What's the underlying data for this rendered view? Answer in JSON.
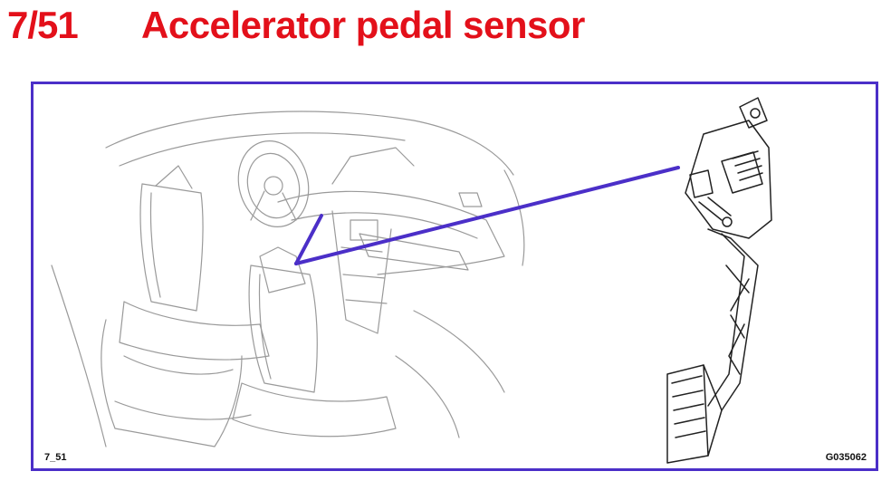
{
  "header": {
    "page_number": "7/51",
    "title": "Accelerator pedal sensor"
  },
  "figure": {
    "reference_label": "7_51",
    "drawing_code": "G035062"
  },
  "colors": {
    "title": "#e3101a",
    "frame": "#4b2fc8",
    "pointer": "#4b2fc8",
    "line_art": "#8a8a8a"
  }
}
